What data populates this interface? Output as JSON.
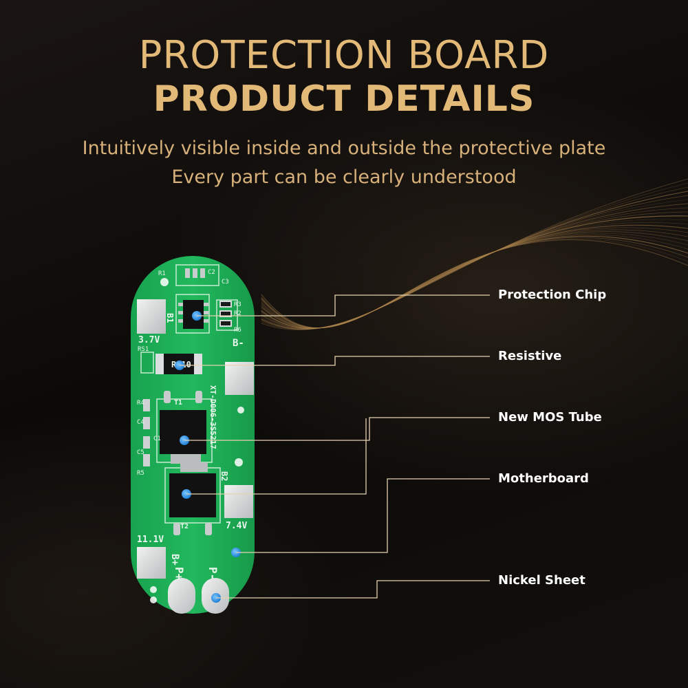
{
  "header": {
    "title_line1": "PROTECTION BOARD",
    "title_line2": "PRODUCT DETAILS",
    "subtitle_line1": "Intuitively visible inside and outside the protective plate",
    "subtitle_line2": "Every part can be clearly understood"
  },
  "board": {
    "model_marking": "XT-D006-3S5217",
    "voltage_marks": [
      "3.7V",
      "7.4V",
      "11.1V"
    ],
    "pad_marks": [
      "B-",
      "B+",
      "P+",
      "P-",
      "B1",
      "B2",
      "T1",
      "T2"
    ],
    "resistor_marking": "R010",
    "component_refs": [
      "R1",
      "R2",
      "R3",
      "R4",
      "R5",
      "R6",
      "C1",
      "C2",
      "C3",
      "C4",
      "C5",
      "RS1"
    ]
  },
  "callouts": [
    {
      "label": "Protection Chip"
    },
    {
      "label": "Resistive"
    },
    {
      "label": "New MOS Tube"
    },
    {
      "label": "Motherboard"
    },
    {
      "label": "Nickel Sheet"
    }
  ],
  "colors": {
    "title_gold": "#e3b978",
    "subtitle_gold": "#d7b07a",
    "pcb_green": "#1fb25a",
    "pad_silver": "#d9dcdc",
    "marker_blue": "#2f8fe0",
    "leader_line": "#e6d2b0",
    "background": "#0b0a09"
  }
}
